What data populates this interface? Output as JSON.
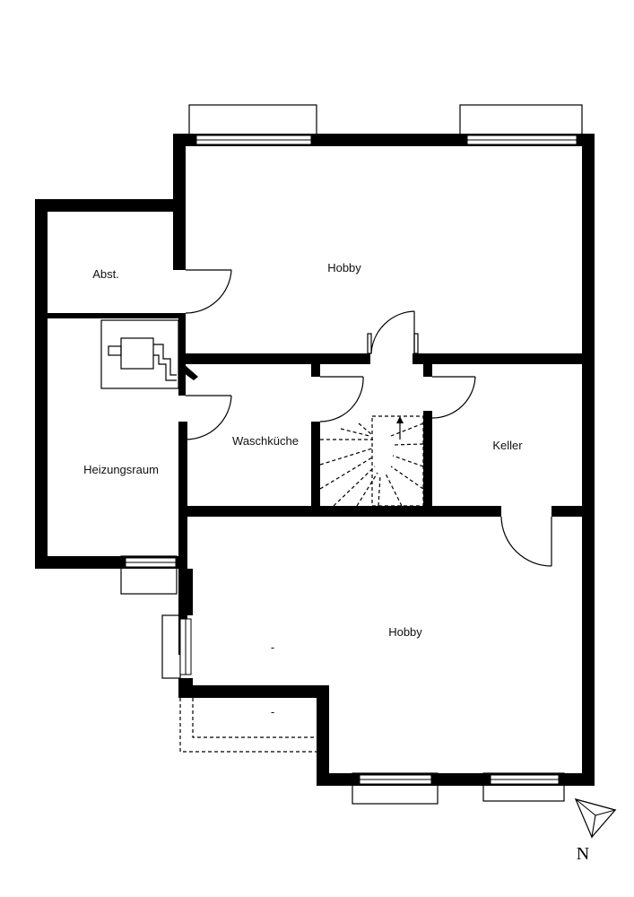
{
  "rooms": {
    "hobby_top": "Hobby",
    "abst": "Abst.",
    "heizungsraum": "Heizungsraum",
    "waschkueche": "Waschküche",
    "keller": "Keller",
    "hobby_bottom": "Hobby",
    "mark_a": "-",
    "mark_b": "-"
  },
  "compass": {
    "label": "N",
    "icon": "north-arrow-icon"
  },
  "colors": {
    "wall": "#000000",
    "background": "#ffffff"
  }
}
